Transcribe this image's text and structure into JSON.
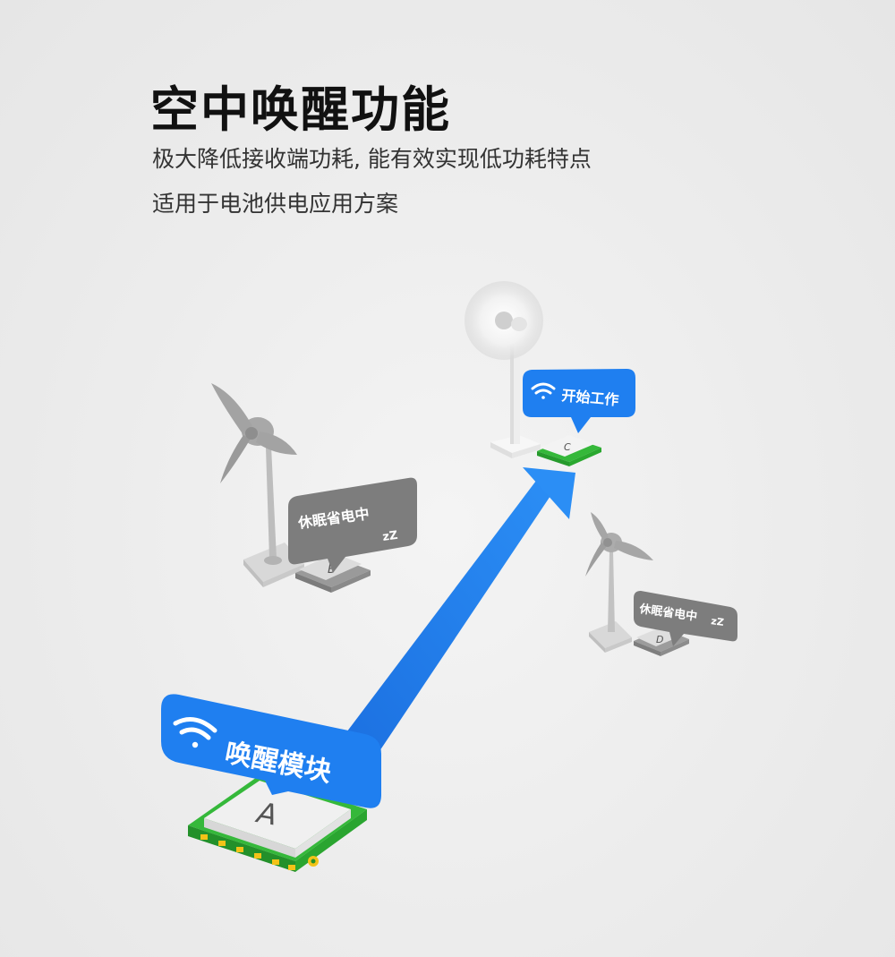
{
  "header": {
    "title": "空中唤醒功能",
    "line1": "极大降低接收端功耗, 能有效实现低功耗特点",
    "line2": "适用于电池供电应用方案"
  },
  "bubbles": {
    "wake": "唤醒模块",
    "start": "开始工作",
    "sleep_b": "休眠省电中",
    "sleep_d": "休眠省电中",
    "zz": "zZ"
  },
  "chips": {
    "a": "A",
    "b": "B",
    "c": "C",
    "d": "D"
  },
  "colors": {
    "blue": "#1f7ff0",
    "gray_bubble": "#7d7d7d",
    "pcb_green": "#35b83a"
  },
  "icons": [
    "wifi-icon",
    "windmill-icon",
    "fan-icon",
    "arrow-icon"
  ]
}
